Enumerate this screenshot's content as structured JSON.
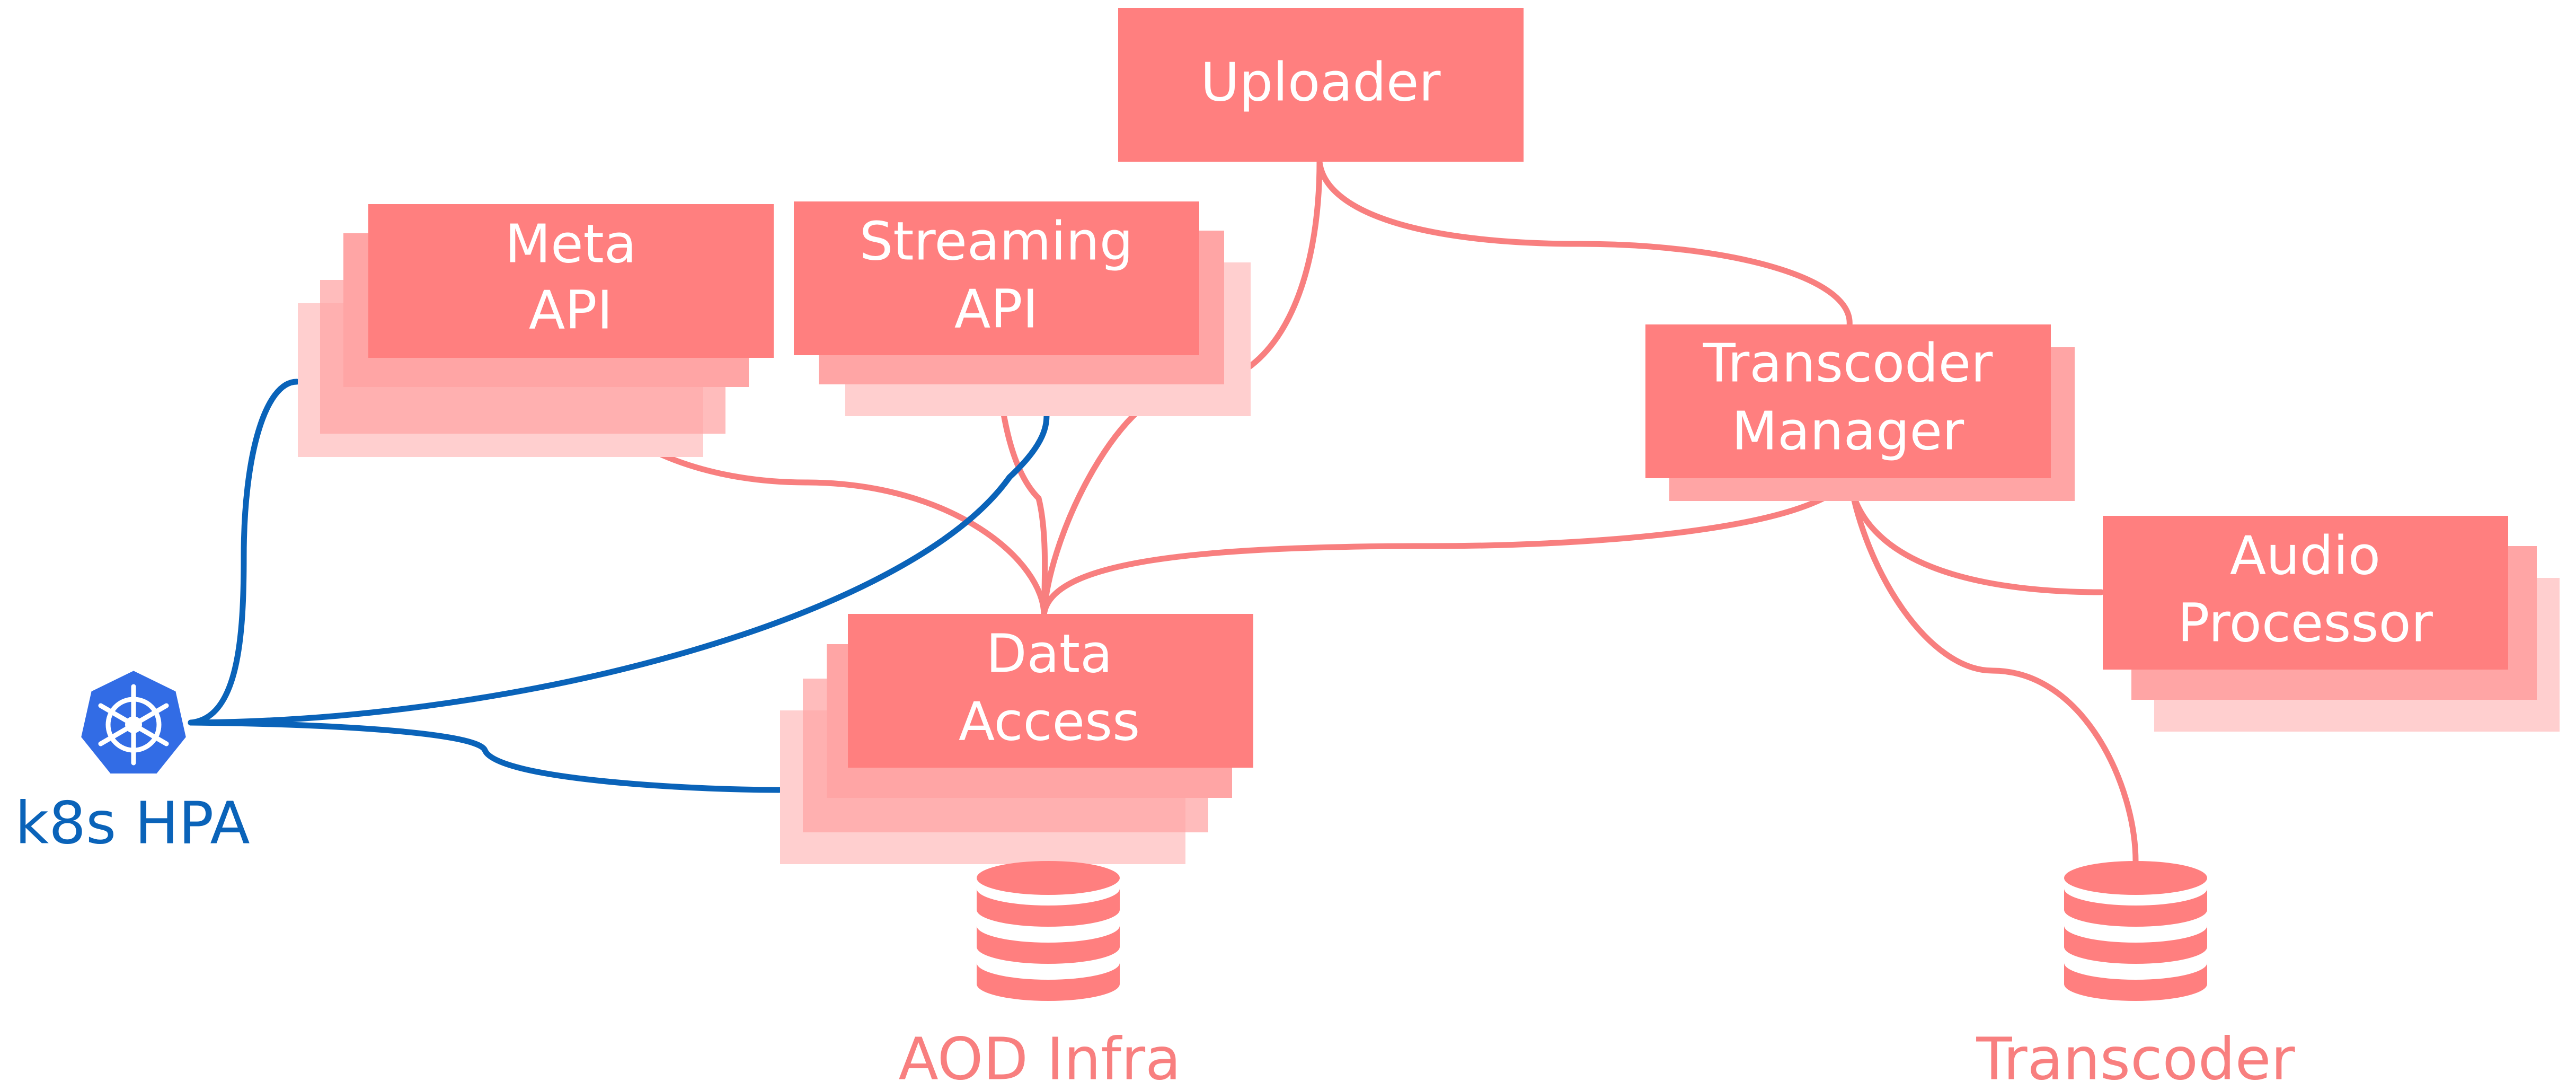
{
  "colors": {
    "service": "#ff7f7f",
    "replica_mid": "#ffa5a5",
    "replica_light": "#ffcfcf",
    "service_text": "#ffffff",
    "link_red": "#f87f7f",
    "link_blue": "#0a63b9",
    "k8s_logo": "#326ce5",
    "db_red": "#ff7f7f"
  },
  "nodes": {
    "uploader": {
      "label": "Uploader"
    },
    "meta_api": {
      "line1": "Meta",
      "line2": "API"
    },
    "streaming_api": {
      "line1": "Streaming",
      "line2": "API"
    },
    "transcoder_manager": {
      "line1": "Transcoder",
      "line2": "Manager"
    },
    "audio_processor": {
      "line1": "Audio",
      "line2": "Processor"
    },
    "data_access": {
      "line1": "Data",
      "line2": "Access"
    }
  },
  "databases": {
    "aod_infra": {
      "label": "AOD Infra",
      "icon": "database-icon"
    },
    "transcoder": {
      "label": "Transcoder",
      "icon": "database-icon"
    }
  },
  "k8s": {
    "label": "k8s HPA",
    "icon": "kubernetes-icon"
  }
}
